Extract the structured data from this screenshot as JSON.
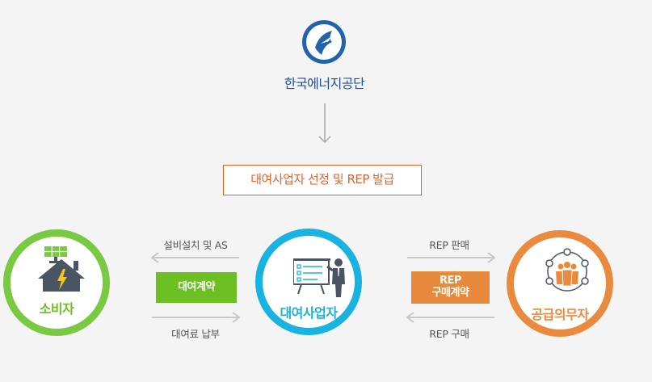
{
  "header": {
    "org_name": "한국에너지공단",
    "logo_icon": "kea-logo-icon"
  },
  "issue_box": {
    "label": "대여사업자 선정 및 REP 발급"
  },
  "nodes": {
    "consumer": {
      "label": "소비자",
      "icon": "solar-house-icon",
      "color": "#7ac943"
    },
    "lessor": {
      "label": "대여사업자",
      "icon": "presentation-icon",
      "color": "#18b3e0"
    },
    "supplier": {
      "label": "공급의무자",
      "icon": "group-network-icon",
      "color": "#ea8a3f"
    }
  },
  "flows": {
    "to_consumer": "설비설치 및 AS",
    "rental_contract": "대여계약",
    "to_lessor_fee": "대여료 납부",
    "rep_sale": "REP 판매",
    "rep_contract_line1": "REP",
    "rep_contract_line2": "구매계약",
    "rep_purchase": "REP 구매"
  },
  "colors": {
    "orange": "#e2622a",
    "green": "#6cc024",
    "blue": "#18b3e0",
    "navy": "#1f4f9a"
  }
}
